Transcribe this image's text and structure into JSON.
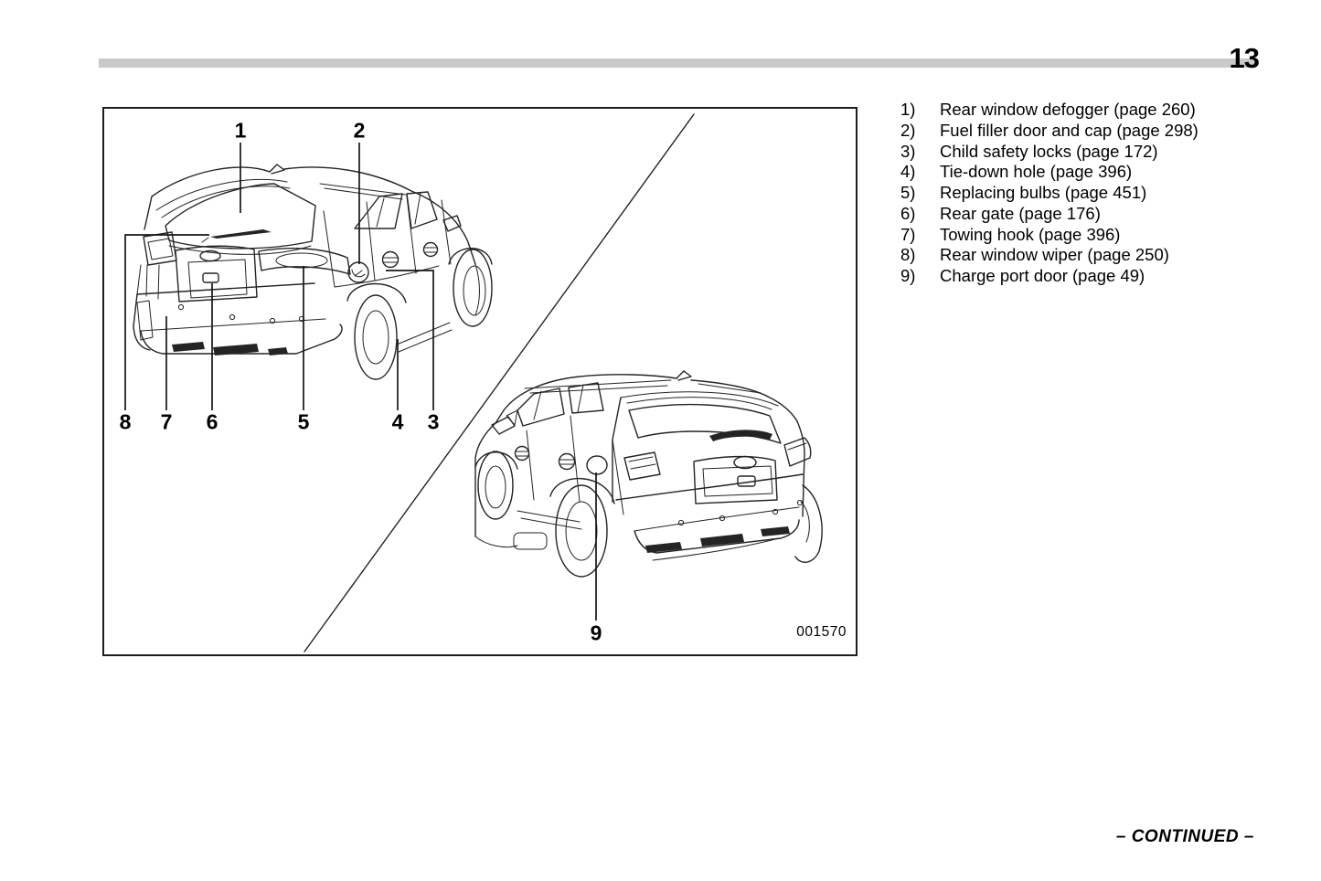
{
  "page": {
    "number": "13",
    "continued_label": "– CONTINUED –"
  },
  "figure": {
    "code": "001570"
  },
  "legend": {
    "items": [
      {
        "num": "1)",
        "label": "Rear window defogger (page 260)"
      },
      {
        "num": "2)",
        "label": "Fuel filler door and cap (page 298)"
      },
      {
        "num": "3)",
        "label": "Child safety locks (page 172)"
      },
      {
        "num": "4)",
        "label": "Tie-down hole (page 396)"
      },
      {
        "num": "5)",
        "label": "Replacing bulbs (page 451)"
      },
      {
        "num": "6)",
        "label": "Rear gate (page 176)"
      },
      {
        "num": "7)",
        "label": "Towing hook (page 396)"
      },
      {
        "num": "8)",
        "label": "Rear window wiper (page 250)"
      },
      {
        "num": "9)",
        "label": "Charge port door (page 49)"
      }
    ]
  },
  "callouts": {
    "n1": "1",
    "n2": "2",
    "n3": "3",
    "n4": "4",
    "n5": "5",
    "n6": "6",
    "n7": "7",
    "n8": "8",
    "n9": "9"
  }
}
